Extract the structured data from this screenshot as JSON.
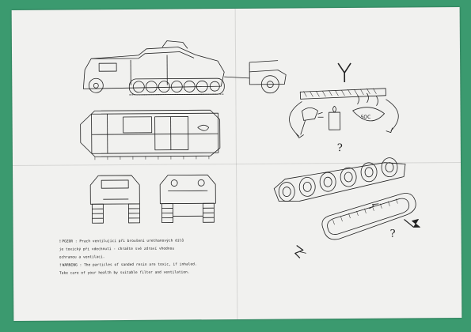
{
  "sheet": {
    "warning_cz": {
      "line1": "POZOR : Prach ventilující při broušení urethanových dílů",
      "line2": "je toxický při vdechnutí - chraňte své zdraví vhodnou",
      "line3": "ochranou a ventilací."
    },
    "warning_en": {
      "line1": "WARNING : The particles of sanded resin are toxic, if inhaled.",
      "line2": "Take care of your health by suitable filter and ventilation."
    },
    "symbols": {
      "exclamation": "!",
      "question_top": "?",
      "question_bottom": "?"
    }
  }
}
